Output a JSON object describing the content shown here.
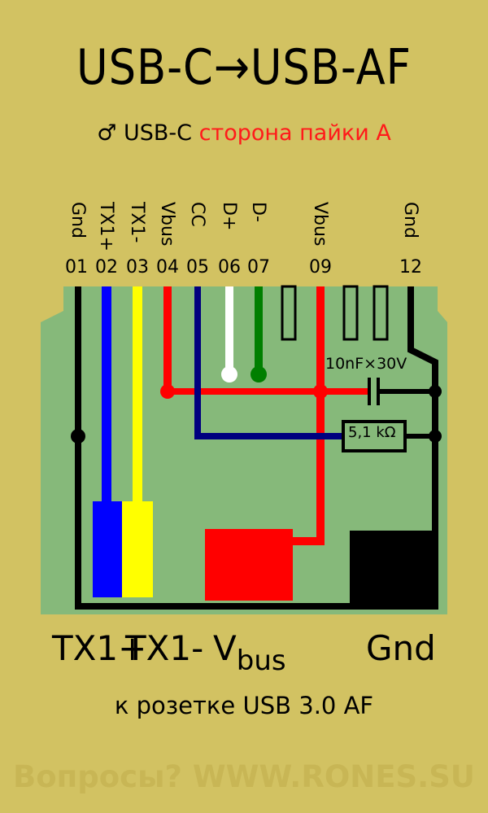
{
  "title": "USB-C→USB-AF",
  "subtitle": {
    "symbol": "♂",
    "plain": "USB-C",
    "red": "сторона пайки A"
  },
  "pins": [
    {
      "num": "01",
      "label": "Gnd",
      "color": "#000000"
    },
    {
      "num": "02",
      "label": "TX1+",
      "color": "#0000ff"
    },
    {
      "num": "03",
      "label": "TX1-",
      "color": "#ffff00"
    },
    {
      "num": "04",
      "label": "Vbus",
      "color": "#ff0000"
    },
    {
      "num": "05",
      "label": "CC",
      "color": "#00007f"
    },
    {
      "num": "06",
      "label": "D+",
      "color": "#ffffff"
    },
    {
      "num": "07",
      "label": "D-",
      "color": "#007f00"
    },
    {
      "num": "09",
      "label": "Vbus",
      "color": "#ff0000"
    },
    {
      "num": "12",
      "label": "Gnd",
      "color": "#000000"
    }
  ],
  "capacitor_label": "10nF×30V",
  "resistor_label": "5,1 kΩ",
  "bottom_labels": {
    "tx1p": "TX1+",
    "tx1m": "TX1-",
    "vbus_main": "V",
    "vbus_sub": "bus",
    "gnd": "Gnd"
  },
  "caption": "к розетке USB 3.0 AF",
  "footer": "Вопросы? WWW.RONES.SU",
  "colors": {
    "background": "#d2c262",
    "board": "#86b97a",
    "red_text": "#ff1a1a"
  }
}
